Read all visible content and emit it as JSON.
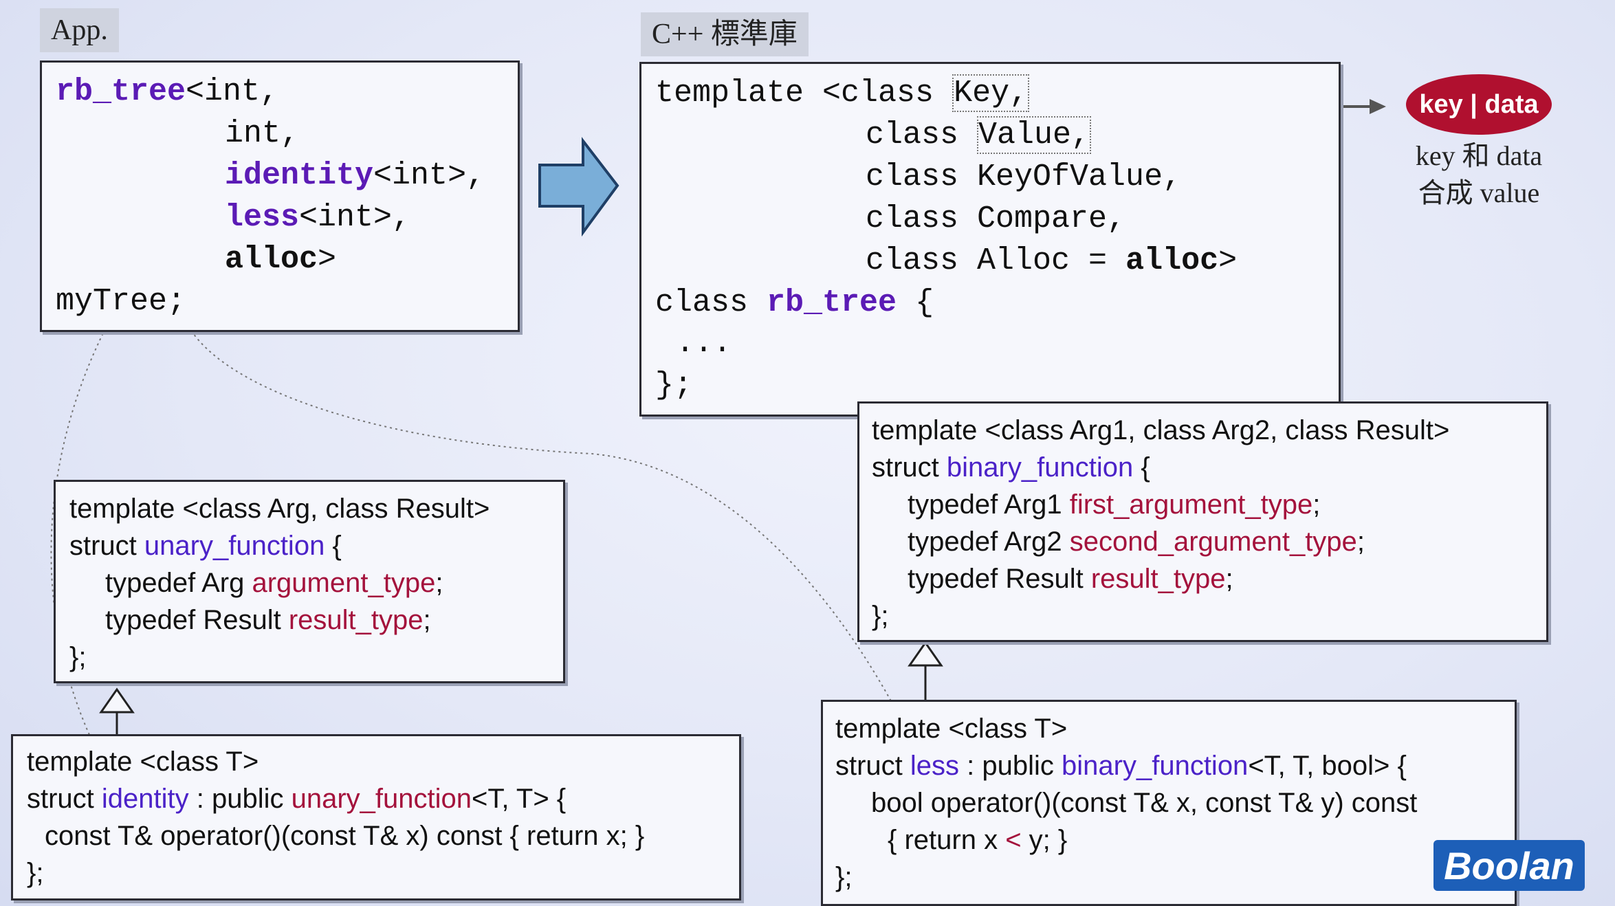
{
  "labels": {
    "app_tag": "App.",
    "stdlib_tag": "C++ 標準庫"
  },
  "app_box": {
    "l1_kw": "rb_tree",
    "l1_rest": "<int,",
    "l2": "int,",
    "l3_kw": "identity",
    "l3_rest": "<int>,",
    "l4_kw": "less",
    "l4_rest": "<int>,",
    "l5_kw": "alloc",
    "l5_rest": ">",
    "l6": "myTree;"
  },
  "std_box": {
    "l1_a": "template <class ",
    "l1_key": "Key,",
    "l2_a": "class ",
    "l2_val": "Value,",
    "l3": "class KeyOfValue,",
    "l4": "class Compare,",
    "l5_a": "class Alloc = ",
    "l5_kw": "alloc",
    "l5_b": ">",
    "l6_a": "class ",
    "l6_kw": "rb_tree",
    "l6_b": " {",
    "l7": "...",
    "l8": "};"
  },
  "annotation": {
    "badge": "key | data",
    "note_line1": "key 和 data",
    "note_line2": "合成 value"
  },
  "binary_box": {
    "l1": "template <class Arg1, class Arg2, class Result>",
    "l2_a": "struct ",
    "l2_name": "binary_function",
    "l2_b": " {",
    "l3_a": "typedef Arg1 ",
    "l3_b": "first_argument_type",
    "l3_c": ";",
    "l4_a": "typedef Arg2 ",
    "l4_b": "second_argument_type",
    "l4_c": ";",
    "l5_a": "typedef Result ",
    "l5_b": "result_type",
    "l5_c": ";",
    "l6": "};"
  },
  "unary_box": {
    "l1": "template <class Arg, class Result>",
    "l2_a": "struct ",
    "l2_name": "unary_function",
    "l2_b": " {",
    "l3_a": "typedef Arg ",
    "l3_b": "argument_type",
    "l3_c": ";",
    "l4_a": "typedef Result ",
    "l4_b": "result_type",
    "l4_c": ";",
    "l5": "};"
  },
  "identity_box": {
    "l1": "template <class T>",
    "l2_a": "struct ",
    "l2_name": "identity",
    "l2_b": " : public ",
    "l2_base": "unary_function",
    "l2_c": "<T, T> {",
    "l3": "const T& operator()(const T& x) const { return x; }",
    "l4": "};"
  },
  "less_box": {
    "l1": "template <class T>",
    "l2_a": "struct ",
    "l2_name": "less",
    "l2_b": " : public ",
    "l2_base": "binary_function",
    "l2_c": "<T, T, bool> {",
    "l3": "bool operator()(const T& x, const T& y) const",
    "l4_a": "{ return x ",
    "l4_op": "<",
    "l4_b": " y; }",
    "l5": "};"
  },
  "logo": {
    "text": "Boolan"
  },
  "colors": {
    "keyword": "#5b1bb5",
    "type_blue": "#4b22c8",
    "member_red": "#a4123c",
    "badge": "#b0102f",
    "logo": "#1d5fb8"
  }
}
